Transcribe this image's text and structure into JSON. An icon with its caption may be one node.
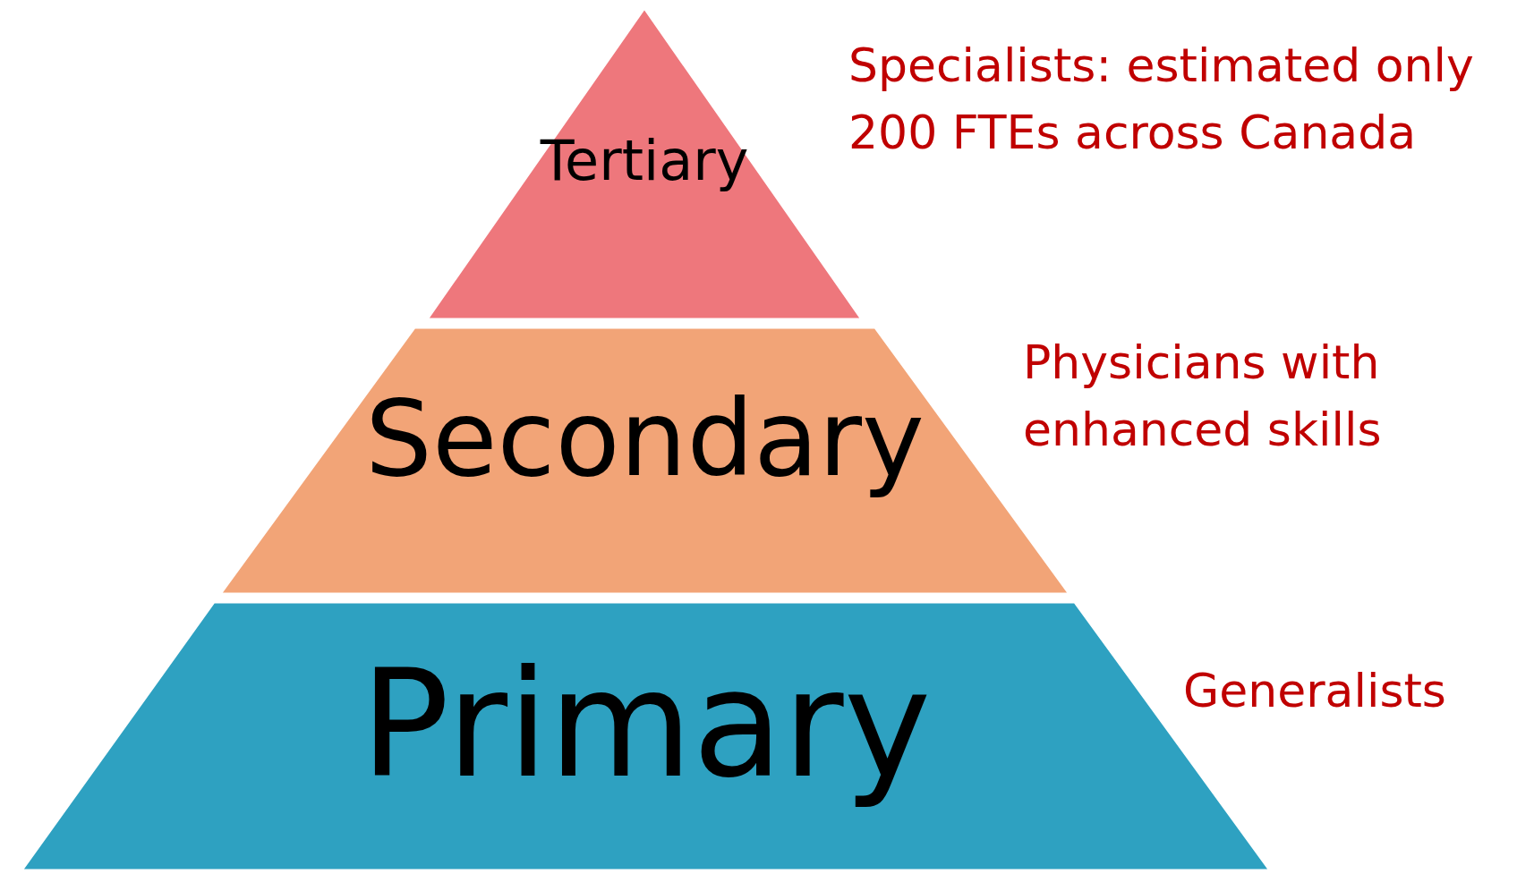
{
  "diagram": {
    "nodes": [
      {
        "text": [
          "Tertiary"
        ],
        "beside": [
          "Specialists: estimated only 200 FTEs across Canada"
        ]
      },
      {
        "text": [
          "Secondary"
        ],
        "beside": [
          "Physicians with enhanced skills"
        ]
      },
      {
        "text": [
          "Primary"
        ],
        "beside": [
          "Generalists"
        ]
      }
    ]
  }
}
